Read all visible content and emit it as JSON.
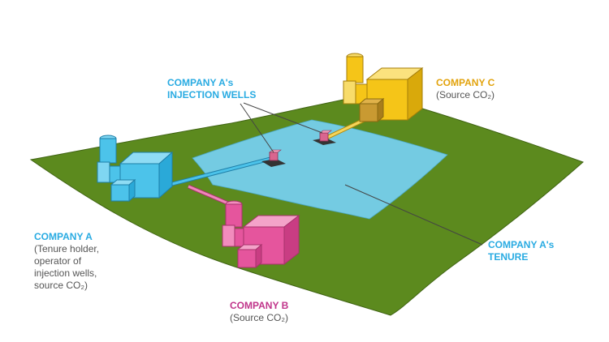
{
  "labels": {
    "wells_line1": "COMPANY A's",
    "wells_line2": "INJECTION WELLS",
    "company_c_title": "COMPANY C",
    "company_c_sub": "(Source CO₂)",
    "company_a_title": "COMPANY A",
    "company_a_sub": "(Tenure holder,\noperator of\ninjection wells,\nsource CO₂)",
    "tenure_line1": "COMPANY A's",
    "tenure_line2": "TENURE",
    "company_b_title": "COMPANY B",
    "company_b_sub": "(Source CO₂)"
  },
  "colors": {
    "ground": "#5c8a1e",
    "tenure": "#74cbe2",
    "company_a": "#4cc3ea",
    "company_b": "#e5559d",
    "company_c": "#f5c518",
    "well": "#d9658f",
    "leader": "#444444"
  }
}
